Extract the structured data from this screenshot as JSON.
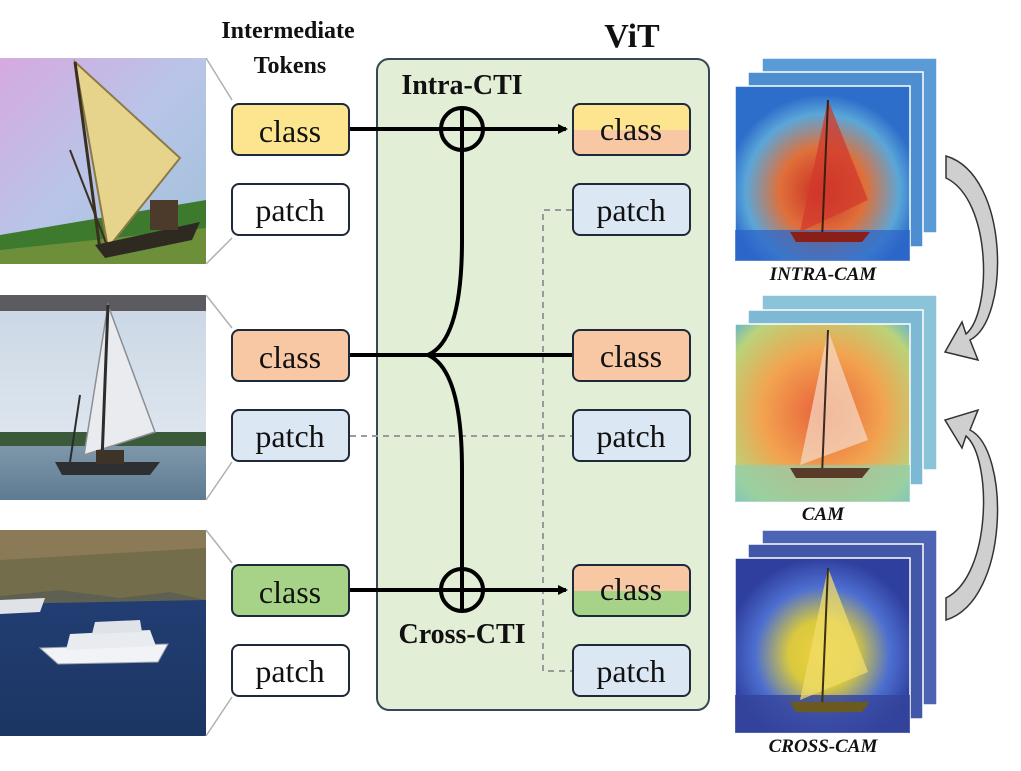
{
  "header": {
    "intermediate_line1": "Intermediate",
    "intermediate_line2": "Tokens",
    "vit": "ViT"
  },
  "modules": {
    "intra": "Intra-CTI",
    "cross": "Cross-CTI"
  },
  "tokens": {
    "class": "class",
    "patch": "patch"
  },
  "captions": {
    "intra_cam": "INTRA-CAM",
    "cam": "CAM",
    "cross_cam": "CROSS-CAM"
  },
  "colors": {
    "class_yellow": "#fde58f",
    "class_orange": "#f8c8a4",
    "class_green": "#a6d388",
    "patch_blue": "#dbe8f4",
    "vit_bg": "#e3eed6",
    "vit_border": "#37475a",
    "arrow_gray": "#cfcfcf"
  }
}
